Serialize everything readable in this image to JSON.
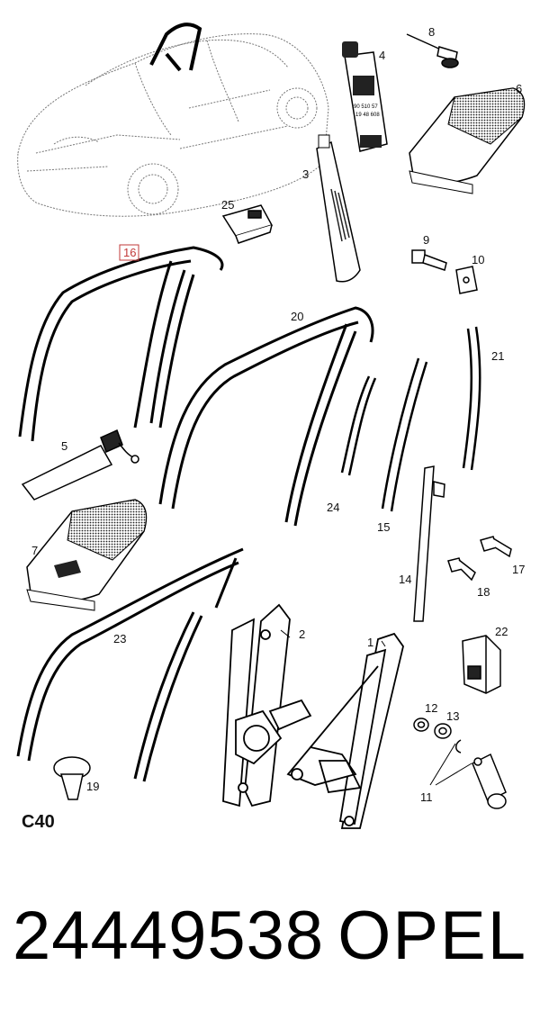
{
  "diagram": {
    "section_code": "C40",
    "callouts": {
      "c1": "1",
      "c2": "2",
      "c3": "3",
      "c4": "4",
      "c5": "5",
      "c6": "6",
      "c7": "7",
      "c8": "8",
      "c9": "9",
      "c10": "10",
      "c11": "11",
      "c12": "12",
      "c13": "13",
      "c14": "14",
      "c15": "15",
      "c16": "16",
      "c17": "17",
      "c18": "18",
      "c19": "19",
      "c20": "20",
      "c21": "21",
      "c22": "22",
      "c23": "23",
      "c24": "24",
      "c25": "25"
    },
    "tube_label_lines": [
      "90 510 57",
      "19 48 608"
    ],
    "highlight_color": "#c23a3a"
  },
  "footer": {
    "part_number": "24449538",
    "brand": "OPEL"
  }
}
